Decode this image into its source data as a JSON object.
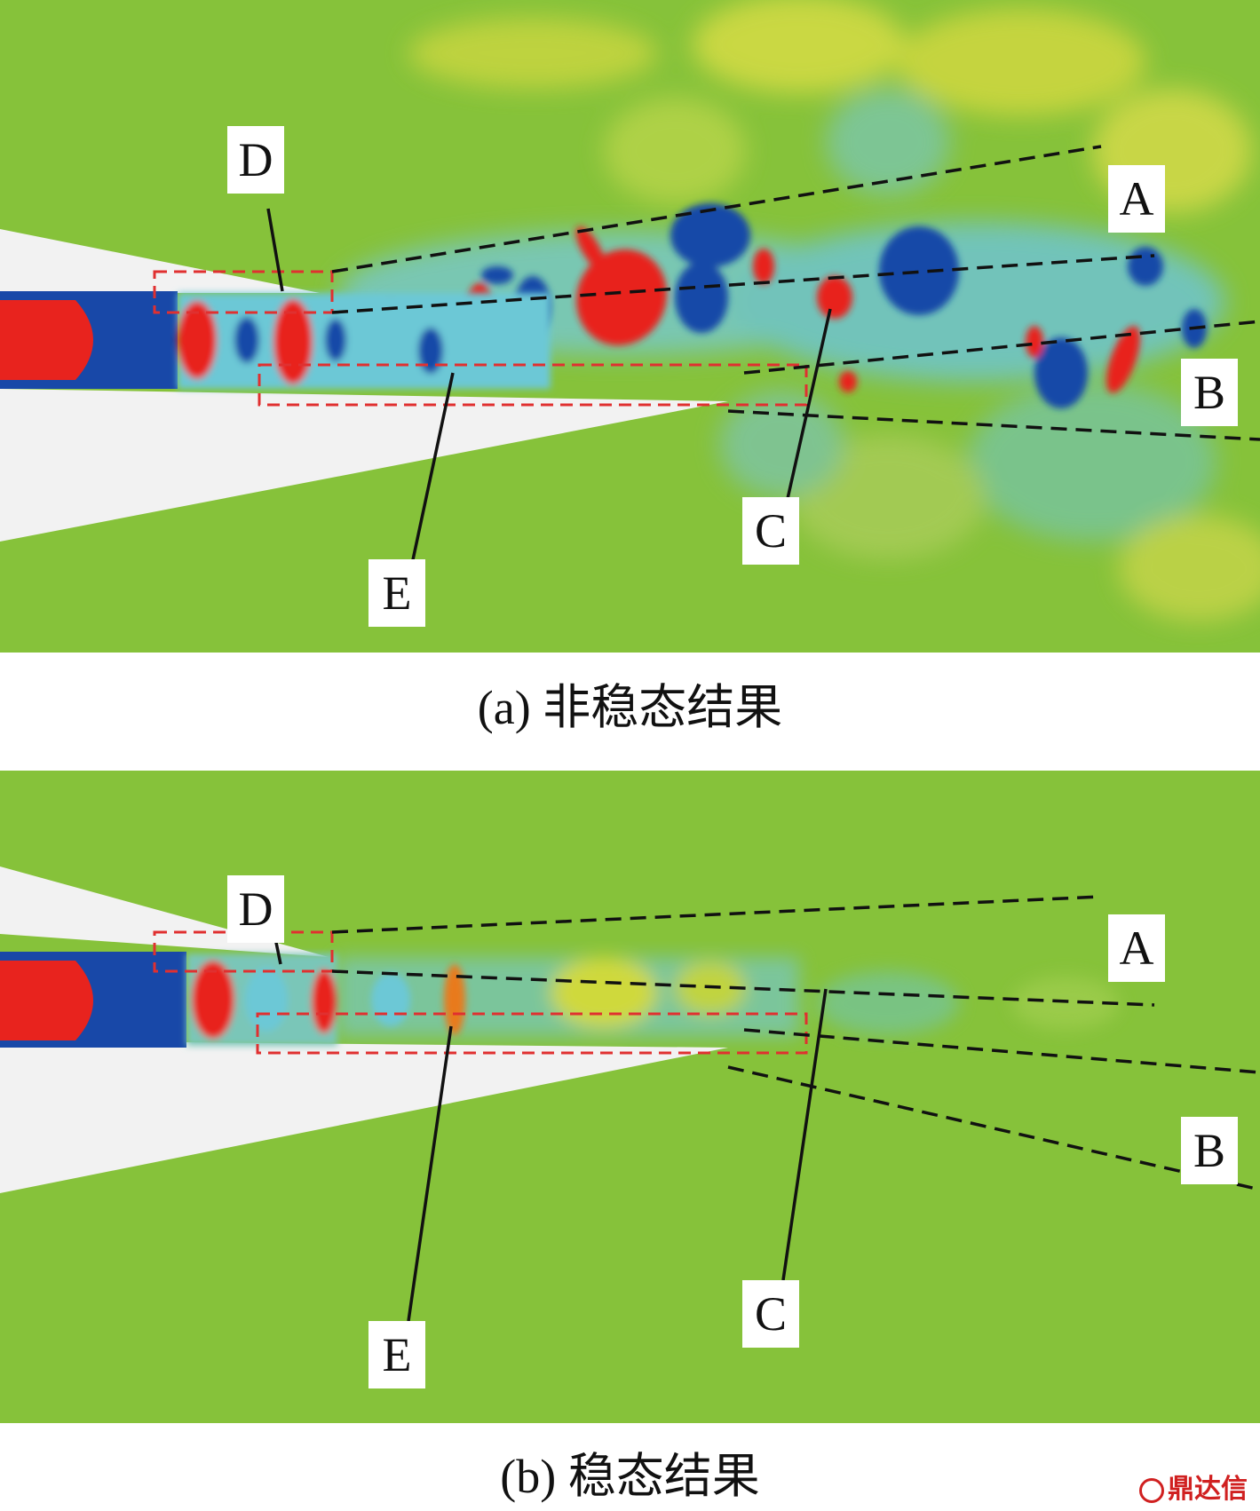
{
  "colors": {
    "background_field": "#86c23a",
    "nozzle_wall": "#f2f2f2",
    "high_value": "#e8231e",
    "low_value": "#1848a8",
    "mid_cyan": "#6cc8d6",
    "mid_yellow": "#d8dc3c",
    "region_box": "#e03030",
    "leader_line": "#111111"
  },
  "panels": [
    {
      "id": "a",
      "caption": "(a) 非稳态结果",
      "labels": {
        "A": "A",
        "B": "B",
        "C": "C",
        "D": "D",
        "E": "E"
      }
    },
    {
      "id": "b",
      "caption": "(b) 稳态结果",
      "labels": {
        "A": "A",
        "B": "B",
        "C": "C",
        "D": "D",
        "E": "E"
      }
    }
  ],
  "watermark": "鼎达信"
}
